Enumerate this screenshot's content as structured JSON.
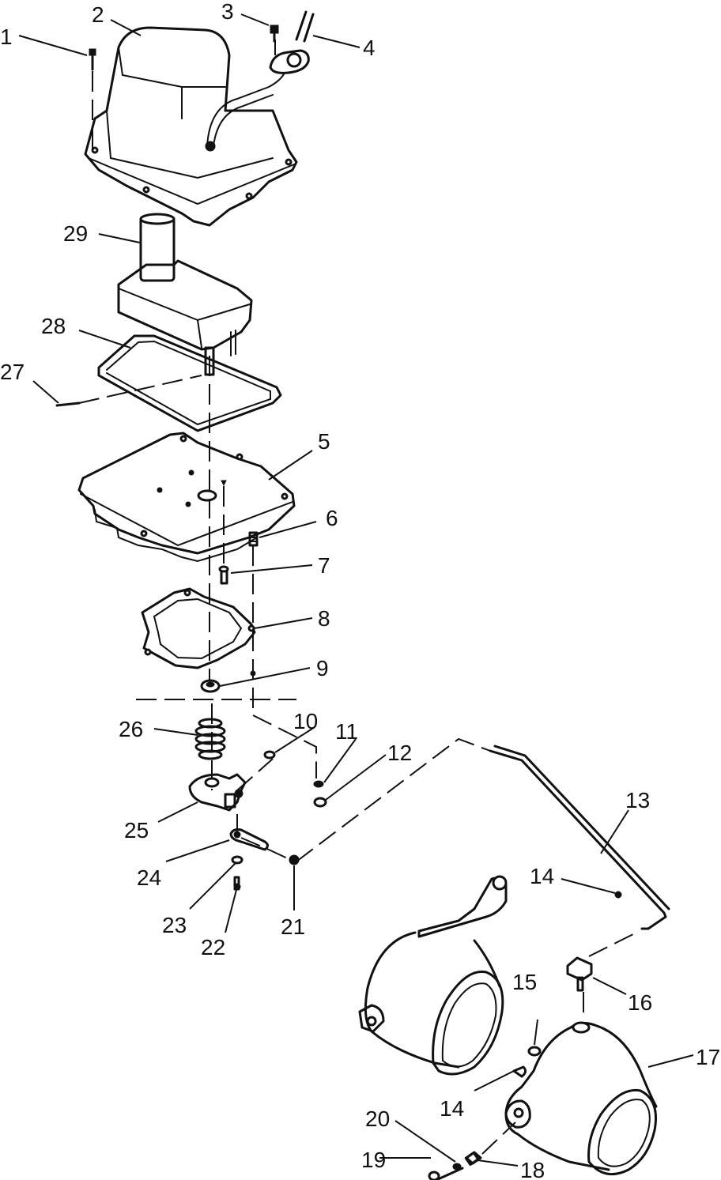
{
  "labels": [
    "1",
    "2",
    "3",
    "4",
    "5",
    "6",
    "7",
    "8",
    "9",
    "10",
    "11",
    "12",
    "13",
    "14",
    "14",
    "15",
    "16",
    "17",
    "18",
    "19",
    "20",
    "21",
    "22",
    "23",
    "24",
    "25",
    "26",
    "27",
    "28",
    "29"
  ]
}
